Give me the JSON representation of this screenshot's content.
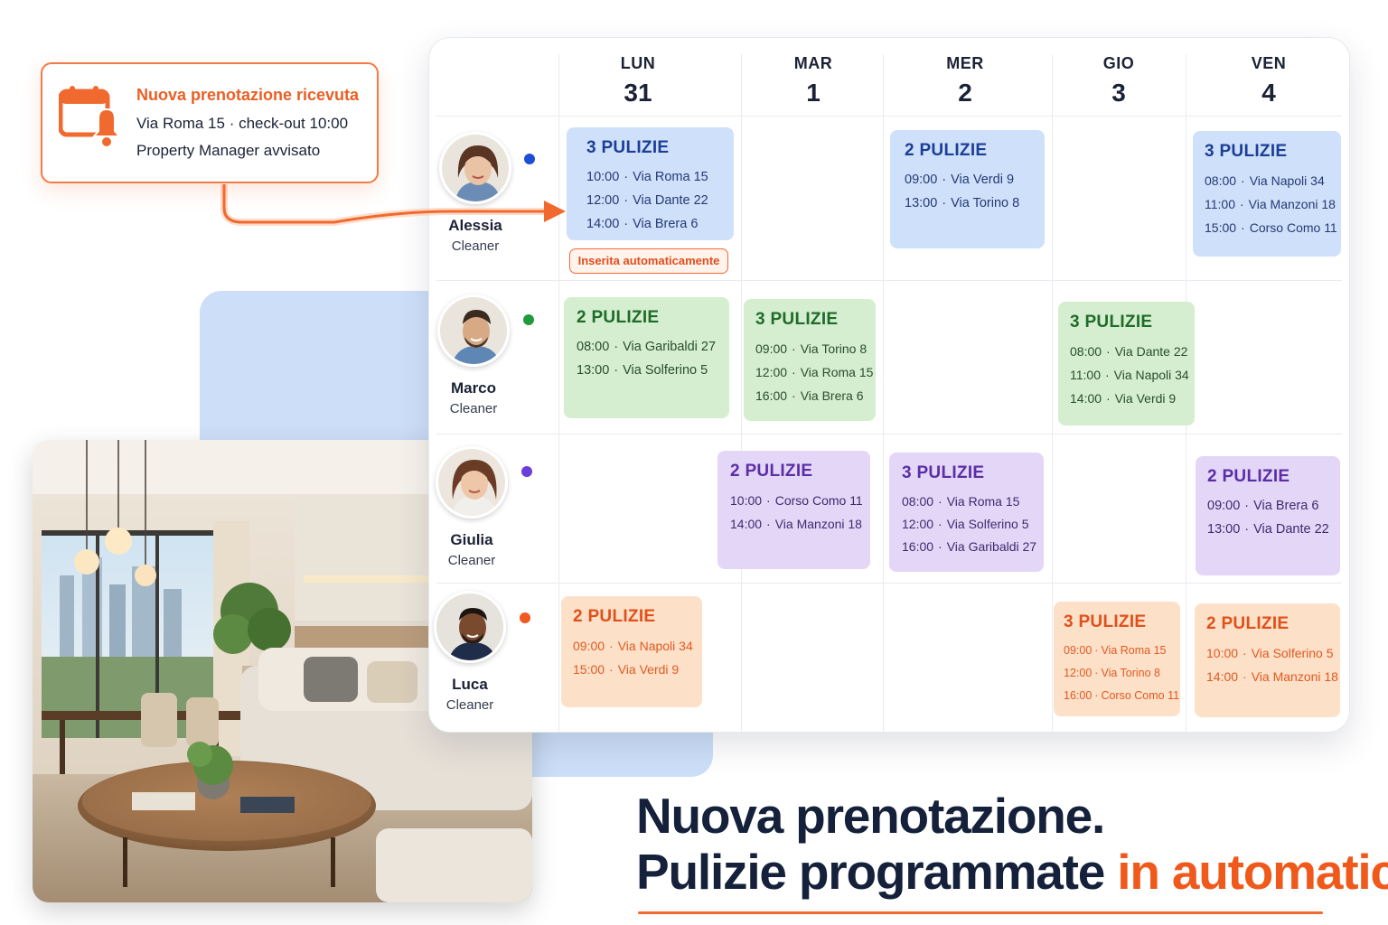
{
  "notification": {
    "title": "Nuova prenotazione ricevuta",
    "line1": "Via Roma 15 · check-out 10:00",
    "line2": "Property Manager avvisato",
    "icon": "calendar-bell-icon"
  },
  "auto_badge": "Inserita automaticamente",
  "days": [
    {
      "name": "LUN",
      "date": "31"
    },
    {
      "name": "MAR",
      "date": "1"
    },
    {
      "name": "MER",
      "date": "2"
    },
    {
      "name": "GIO",
      "date": "3"
    },
    {
      "name": "VEN",
      "date": "4"
    }
  ],
  "people": [
    {
      "name": "Alessia",
      "role": "Cleaner",
      "color": "#1d4fd6"
    },
    {
      "name": "Marco",
      "role": "Cleaner",
      "color": "#1f9a3c"
    },
    {
      "name": "Giulia",
      "role": "Cleaner",
      "color": "#6b3fd9"
    },
    {
      "name": "Luca",
      "role": "Cleaner",
      "color": "#f2581f"
    }
  ],
  "schedule": {
    "alessia_lun": {
      "title": "3 PULIZIE",
      "items": [
        {
          "time": "10:00",
          "addr": "Via Roma 15"
        },
        {
          "time": "12:00",
          "addr": "Via Dante 22"
        },
        {
          "time": "14:00",
          "addr": "Via Brera 6"
        }
      ]
    },
    "alessia_mer": {
      "title": "2 PULIZIE",
      "items": [
        {
          "time": "09:00",
          "addr": "Via Verdi 9"
        },
        {
          "time": "13:00",
          "addr": "Via Torino 8"
        }
      ]
    },
    "alessia_ven": {
      "title": "3 PULIZIE",
      "items": [
        {
          "time": "08:00",
          "addr": "Via Napoli 34"
        },
        {
          "time": "11:00",
          "addr": "Via Manzoni 18"
        },
        {
          "time": "15:00",
          "addr": "Corso Como 11"
        }
      ]
    },
    "marco_lun": {
      "title": "2 PULIZIE",
      "items": [
        {
          "time": "08:00",
          "addr": "Via Garibaldi 27"
        },
        {
          "time": "13:00",
          "addr": "Via Solferino 5"
        }
      ]
    },
    "marco_mar": {
      "title": "3 PULIZIE",
      "items": [
        {
          "time": "09:00",
          "addr": "Via Torino 8"
        },
        {
          "time": "12:00",
          "addr": "Via Roma 15"
        },
        {
          "time": "16:00",
          "addr": "Via Brera 6"
        }
      ]
    },
    "marco_gio": {
      "title": "3 PULIZIE",
      "items": [
        {
          "time": "08:00",
          "addr": "Via Dante 22"
        },
        {
          "time": "11:00",
          "addr": "Via Napoli 34"
        },
        {
          "time": "14:00",
          "addr": "Via Verdi 9"
        }
      ]
    },
    "giulia_mar": {
      "title": "2 PULIZIE",
      "items": [
        {
          "time": "10:00",
          "addr": "Corso Como 11"
        },
        {
          "time": "14:00",
          "addr": "Via Manzoni 18"
        }
      ]
    },
    "giulia_mer": {
      "title": "3 PULIZIE",
      "items": [
        {
          "time": "08:00",
          "addr": "Via Roma 15"
        },
        {
          "time": "12:00",
          "addr": "Via Solferino 5"
        },
        {
          "time": "16:00",
          "addr": "Via Garibaldi 27"
        }
      ]
    },
    "giulia_ven": {
      "title": "2 PULIZIE",
      "items": [
        {
          "time": "09:00",
          "addr": "Via Brera 6"
        },
        {
          "time": "13:00",
          "addr": "Via Dante 22"
        }
      ]
    },
    "luca_lun": {
      "title": "2 PULIZIE",
      "items": [
        {
          "time": "09:00",
          "addr": "Via Napoli 34"
        },
        {
          "time": "15:00",
          "addr": "Via Verdi 9"
        }
      ]
    },
    "luca_gio": {
      "title": "3 PULIZIE",
      "items": [
        {
          "time": "09:00",
          "addr": "Via Roma 15"
        },
        {
          "time": "12:00",
          "addr": "Via Torino 8"
        },
        {
          "time": "16:00",
          "addr": "Corso Como 11"
        }
      ]
    },
    "luca_ven": {
      "title": "2 PULIZIE",
      "items": [
        {
          "time": "10:00",
          "addr": "Via Solferino 5"
        },
        {
          "time": "14:00",
          "addr": "Via Manzoni 18"
        }
      ]
    }
  },
  "headline": {
    "line1": "Nuova prenotazione.",
    "line2_main": "Pulizie programmate",
    "line2_accent": "in automatico."
  },
  "colors": {
    "accent": "#ef5a1c",
    "card_blue": "#cfe0fa",
    "card_green": "#d4eecf",
    "card_purple": "#e3d6f6",
    "card_orange": "#fde0c8"
  }
}
